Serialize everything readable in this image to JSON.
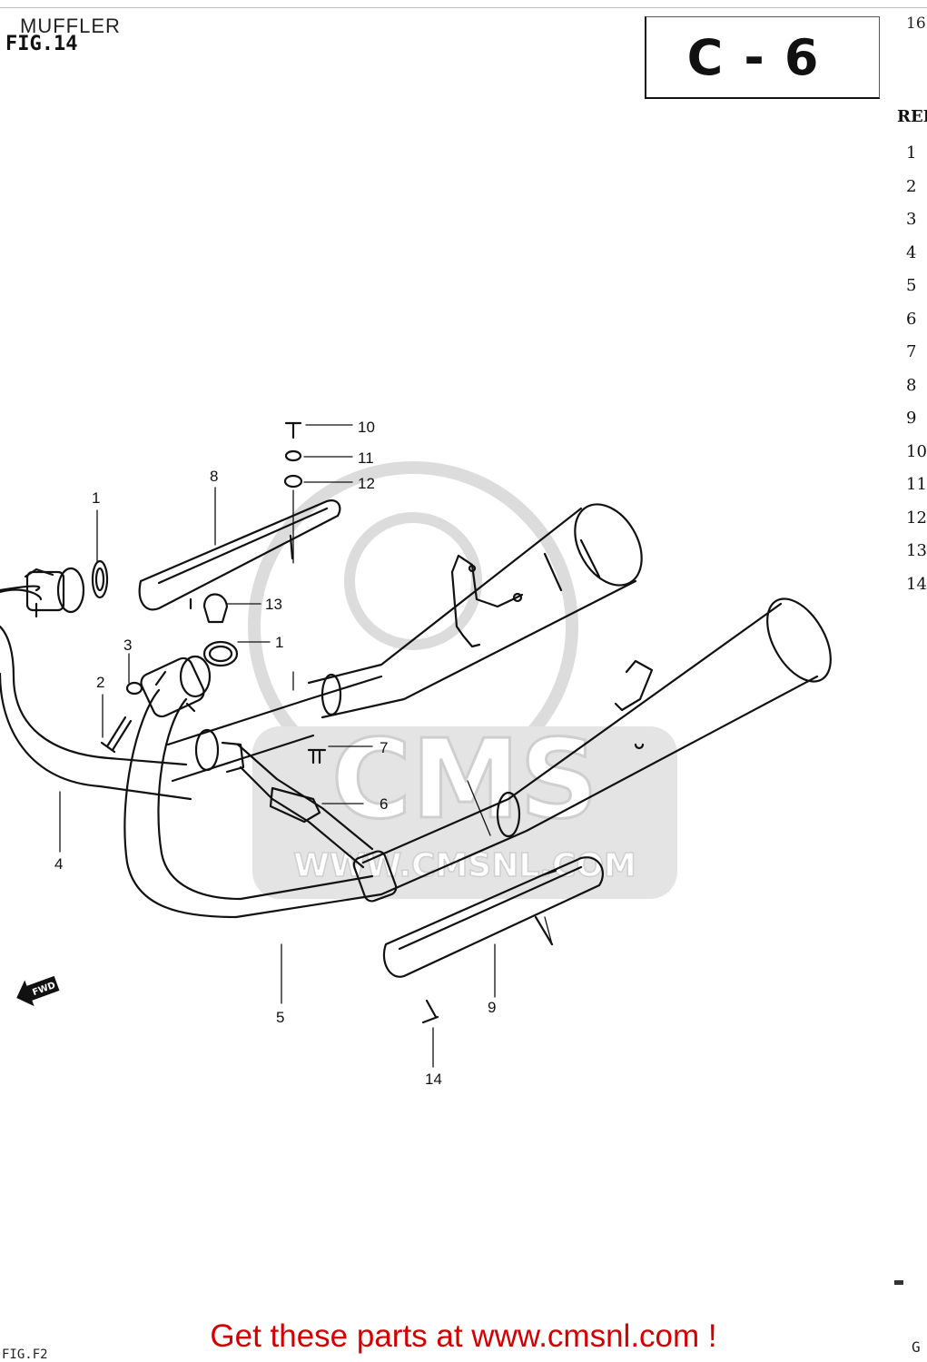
{
  "header": {
    "title": "MUFFLER",
    "fig_label": "FIG.14",
    "page_number": "16",
    "section_code": "C-6"
  },
  "ref_column": {
    "header": "REF",
    "items": [
      "1",
      "2",
      "3",
      "4",
      "5",
      "6",
      "7",
      "8",
      "9",
      "10",
      "11",
      "12",
      "13",
      "14"
    ]
  },
  "callouts": {
    "c1_top": "1",
    "c1_gasket": "1",
    "c2": "2",
    "c3": "3",
    "c4": "4",
    "c5": "5",
    "c6": "6",
    "c7": "7",
    "c8": "8",
    "c9": "9",
    "c10": "10",
    "c11": "11",
    "c12": "12",
    "c13": "13",
    "c14": "14"
  },
  "watermark": {
    "brand": "CMS",
    "url": "WWW.CMSNL.COM"
  },
  "direction_marker": "FWD",
  "footer": {
    "promo": "Get these parts at www.cmsnl.com !",
    "left_code": "FIG.F2",
    "right_code": "G"
  },
  "colors": {
    "promo": "#d40000",
    "line_art": "#111111",
    "watermark": "#d9d9d9"
  }
}
